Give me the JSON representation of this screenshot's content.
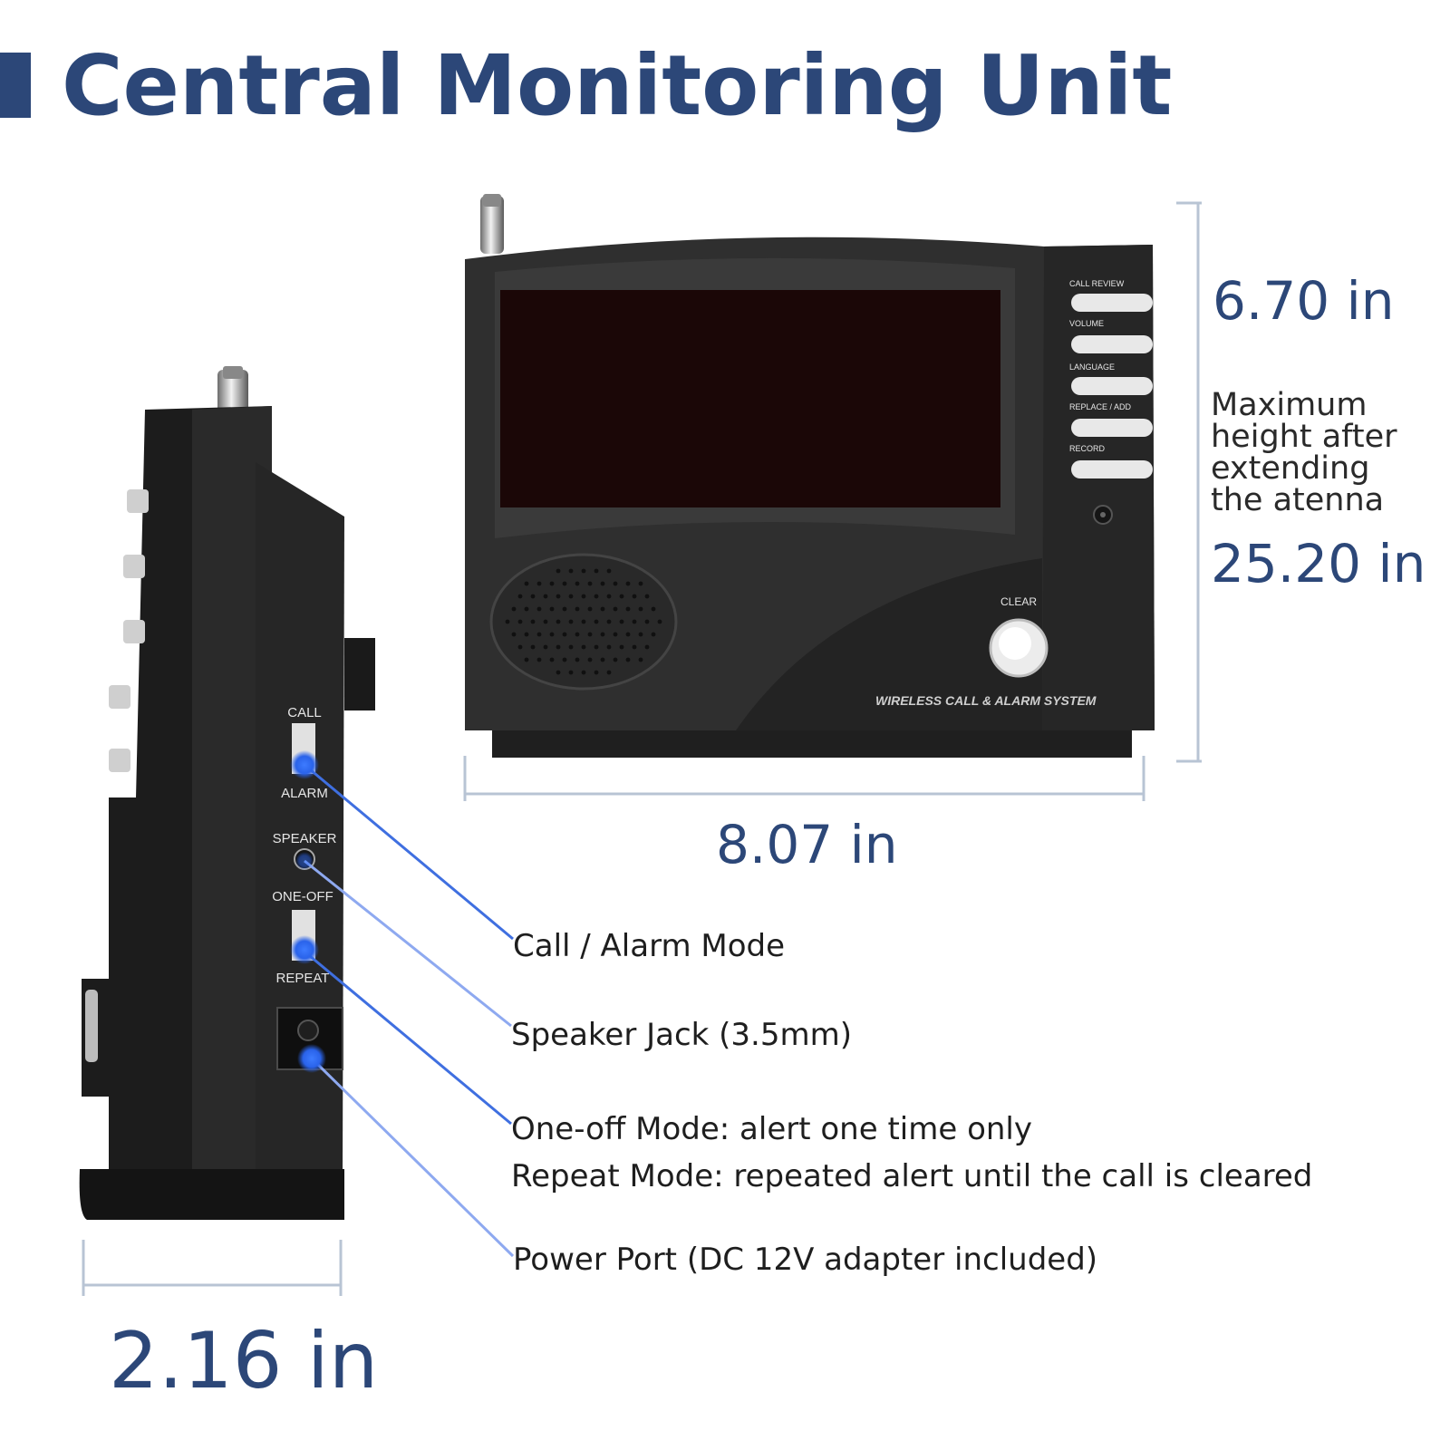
{
  "title": "Central Monitoring Unit",
  "dimensions": {
    "height": "6.70 in",
    "height_note": "Maximum height after extending the atenna",
    "max_height": "25.20 in",
    "width": "8.07 in",
    "depth": "2.16 in"
  },
  "front_panel": {
    "buttons": [
      "CALL REVIEW",
      "VOLUME",
      "LANGUAGE",
      "REPLACE / ADD",
      "RECORD"
    ],
    "clear_label": "CLEAR",
    "brand_text": "WIRELESS CALL & ALARM SYSTEM"
  },
  "side_panel": {
    "call_label": "CALL",
    "alarm_label": "ALARM",
    "speaker_label": "SPEAKER",
    "one_off_label": "ONE-OFF",
    "repeat_label": "REPEAT"
  },
  "callouts": {
    "call_alarm": "Call / Alarm Mode",
    "speaker_jack": "Speaker Jack (3.5mm)",
    "one_off": "One-off Mode: alert one time only",
    "repeat": "Repeat Mode: repeated alert until the call is cleared",
    "power": "Power Port (DC 12V adapter included)"
  },
  "colors": {
    "title": "#2c4778",
    "device_body": "#2b2b2b",
    "callout_line": "#3f6fe0",
    "dimension_line": "#b8c4d4"
  }
}
